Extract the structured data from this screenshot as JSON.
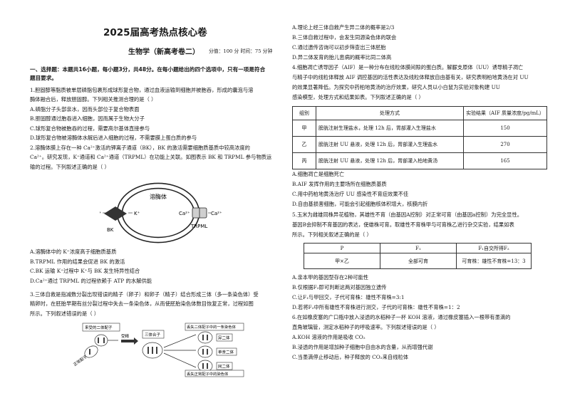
{
  "header": {
    "title": "2025届高考热点核心卷",
    "subtitle": "生物学（新高考卷二）",
    "meta": "分值：100 分  时间：75 分钟"
  },
  "section1": {
    "heading": "一、选择题：本题共16小题，每小题3分，共48分。在每小题给出的四个选项中，只有一项是符合",
    "heading2": "题目要求。"
  },
  "q1": {
    "stem1": "1.胆固醇等脂质被单层磷脂包裹形成球形复合物，通过血液运输到细胞并被胞吞，形成的囊泡与溶",
    "stem2": "酶体融合后，释放胆固醇。下列相关推测合理的是（      ）",
    "a": "A.磷脂分子头部亲水，因而头部位于复合物表面",
    "b": "B.胆固醇通过胞吞进入细胞，因而属于生物大分子",
    "c": "C.球形复合物被胞吞的过程，需要高尔基体直接参与",
    "d": "D.球形复合物被溶酶体水解后进入细胞的过程，不需要膜上蛋白质的参与"
  },
  "q2": {
    "stem1": "2.溶酶体膜上存在一种 Ca²⁺激活的钾离子通道（BK），BK 的激活需要细胞质基质中较高浓度的",
    "stem2": "Ca²⁺。研究发现，K⁺通道和 Ca²⁺通道（TRPML）在功能上关联。如图表示 BK 和 TRPML 参与物质运",
    "stem3": "输的过程。下列叙述正确的是（      ）",
    "fig": {
      "organelle": "溶酶体",
      "k_left": "K⁺",
      "k_right": "K⁺",
      "ca_left": "Ca²⁺",
      "ca_right": "Ca²⁺",
      "bk": "BK",
      "trpml": "TRPML"
    },
    "a": "A.溶酶体中的 K⁺浓度高于细胞质基质",
    "b": "B.TRPML 作用的结果会促进 BK 的激活",
    "c": "C.BK 运输 K⁺过程中 K⁺与 BK 发生特异性结合",
    "d": "D.Ca²⁺通过 TRPML 的过程依赖于 ATP 的水解供能"
  },
  "q3": {
    "stem1": "3.三体自救是指减数分裂出现错误的精子（卵子）和卵子（精子）结合形成三体（多一条染色体）受",
    "stem2": "精卵时，在胚胎早期有丝分裂过程中失去一条染色体，从而使胚胎染色体数目恢复正常，过程如图",
    "stem3": "所示。下列叙述错误的是（      ）",
    "fig": {
      "zygote_label": "来受的二体配子",
      "normal_label": "正常配子",
      "fert": "受精",
      "trisomy_label": "三体合子",
      "lost_parent": "丢失二体配子中的一条染色体",
      "type_a": "异二体",
      "type_b": "单亲二体",
      "type_c": "同二体",
      "lost_normal": "丢失正常配子中的染色体"
    }
  },
  "right_top": {
    "a": "A.理论上经三体自救产生异二体的概率是2/3",
    "b": "B.三体自救过程中，会发生同源染色体的联会",
    "c": "C.通过遗传咨询可以初步筛查出三体胚胎",
    "d": "D.异二体发育的胎儿患病的概率比同二体高"
  },
  "q4": {
    "stem1": "4.细胞凋亡诱导因子（AIF）是一种分布在线粒体膜间隙的蛋白质。解脲支原体（UU）诱导精子凋亡",
    "stem2": "与精子中的线粒体释放 AIF 调控基因的活性表达及线粒体释放自由基有关，研究表明柏地黄汤在对 UU",
    "stem3": "的效果显著降低。为探究中药柏地黄汤的治疗效果，研究人员以小白鼠为实验对象构建 UU",
    "stem4": "感染模型，处理方式和结果如表。下列叙述正确的是（      ）",
    "table": {
      "headers": [
        "组别",
        "处理方式",
        "实验结果（AIF 质量浓度/pg/mL）"
      ],
      "rows": [
        [
          "甲",
          "膀胱注射生理盐水，处理 12h 后，胃部灌入生理盐水",
          "150"
        ],
        [
          "乙",
          "膀胱注射 UU 悬液，处理 12h 后，胃部灌入生理盐水",
          "270"
        ],
        [
          "丙",
          "膀胱注射 UU 悬液，处理 12h 后，胃部灌入柏地黄汤",
          "165"
        ]
      ]
    },
    "a": "A.细胞凋亡是细胞死亡",
    "b": "B.AIF 发挥作用的主要场所在细胞质基质",
    "c": "C.用中药柏地黄汤治疗 UU 感染性不育症效果不佳",
    "d": "D.自由基损害细胞，可能会引起细胞核体积增大，核膜内折"
  },
  "q5": {
    "stem1": "5.玉米为雌雄同株异花植物，其雄性不育（由基因A控制）对正常可育（由基因a控制）为完全显性。",
    "stem2": "基因B会抑制不育基因的表达，使雄株可育。取雄性不育株甲与可育株乙进行杂交实验，结果如表",
    "stem3": "所示。下列相关叙述正确的是（      ）",
    "table": {
      "headers": [
        "P",
        "F₁",
        "F₁自交所得F₂"
      ],
      "row": [
        "甲×乙",
        "全部可育",
        "可育株：雄性不育株=13：3"
      ]
    },
    "a": "A.亲本甲的基因型存在2种可能性",
    "b": "B.仅根据F₂即可判断这两对基因独立遗传",
    "c": "C.让F₁与甲回交，子代可育株：雄性不育株=3:1",
    "d": "D.若将F₂中所有雄性不育株进行测交，子代的可育株：雄性不育株=1：2"
  },
  "q6": {
    "stem1": "6.在如橡皮塞的广口瓶中放入浸透的水稻种子一杯 KOH 溶液，通过橡皮塞插入一根带有墨滴的",
    "stem2": "直角玻璃管，测定水稻种子的呼吸速率。下列叙述错误的是（      ）",
    "a": "A.KOH 溶液的作用是吸收 CO₂",
    "b": "B.浸透的作用是增加种子细胞中自由水的含量，从而增强代谢",
    "c": "C.当墨滴停止移动后，种子释放的 CO₂来自线粒体"
  }
}
